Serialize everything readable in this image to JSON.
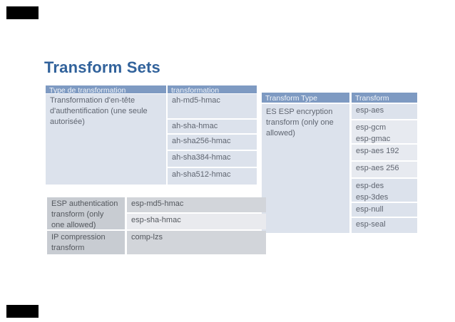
{
  "title": "Transform Sets",
  "colors": {
    "title": "#31629b",
    "header-bg": "#7e9ac2",
    "header-text": "#f2f5f9",
    "cell-blue": "#dce2ec",
    "cell-blue-light": "#e7eaf0",
    "cell-text": "#5f6570",
    "gray-left": "#c8ccd2",
    "gray-mid": "#d2d5da",
    "gray-light": "#e9eaee",
    "gray-text": "#54585e",
    "redaction": "#000000"
  },
  "table1": {
    "headers": [
      "Type de transformation",
      "transformation"
    ],
    "label_lines": [
      "Transformation d'en-tête",
      "d'authentification (une seule",
      "autorisée)"
    ],
    "values": [
      "ah-md5-hmac",
      "ah-sha-hmac",
      "ah-sha256-hmac",
      "ah-sha384-hmac",
      "ah-sha512-hmac"
    ]
  },
  "table2": {
    "headers": [
      "Transform Type",
      "Transform"
    ],
    "label_lines": [
      "ES ESP encryption",
      "transform (only one",
      "allowed)"
    ],
    "values": [
      "esp-aes",
      "esp-gcm",
      "esp-gmac",
      "esp-aes 192",
      "esp-aes 256",
      "esp-des",
      "esp-3des",
      "esp-null",
      "esp-seal"
    ]
  },
  "table3": {
    "row1_label_lines": [
      "ESP authentication",
      "transform (only",
      "one allowed)"
    ],
    "row1_values": [
      "esp-md5-hmac",
      "esp-sha-hmac"
    ],
    "row2_label_lines": [
      "IP compression",
      "transform"
    ],
    "row2_values": [
      "comp-lzs"
    ]
  }
}
